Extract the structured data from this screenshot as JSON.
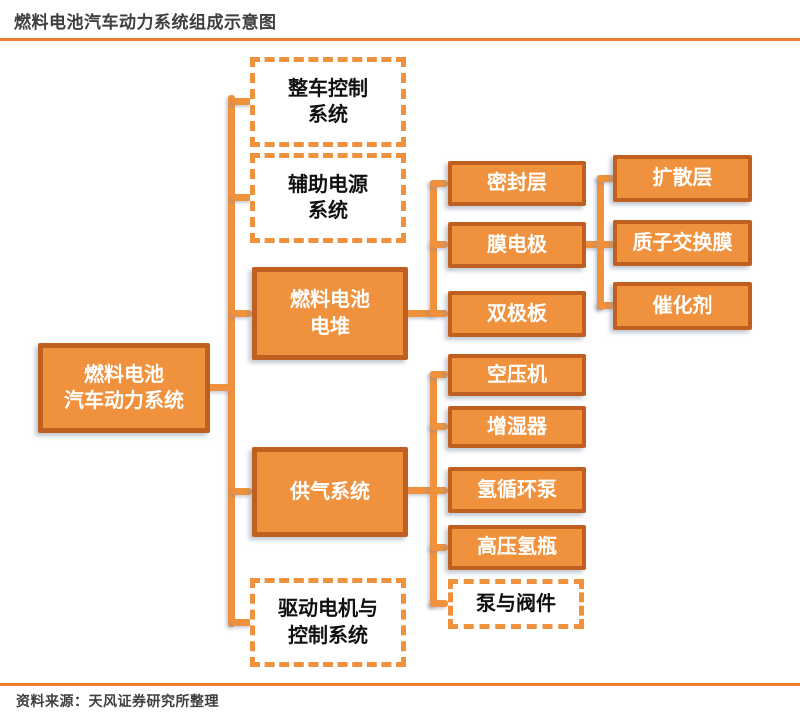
{
  "header": {
    "title": "燃料电池汽车动力系统组成示意图"
  },
  "footer": {
    "source": "资料来源：天风证券研究所整理"
  },
  "colors": {
    "accent_orange": "#F0913D",
    "box_border_orange": "#C06020",
    "rule_orange": "#ED7D31",
    "title_text": "#3F3F3F",
    "solid_box_text": "#FFFFFF",
    "dashed_box_text": "#111111"
  },
  "diagram": {
    "nodes": {
      "root": {
        "label": "燃料电池汽车动力系统",
        "lines": [
          "燃料电池",
          "汽车动力系统"
        ],
        "style": "solid"
      },
      "vehicle_control": {
        "label": "整车控制系统",
        "lines": [
          "整车控制",
          "系统"
        ],
        "style": "dashed"
      },
      "aux_power": {
        "label": "辅助电源系统",
        "lines": [
          "辅助电源",
          "系统"
        ],
        "style": "dashed"
      },
      "stack": {
        "label": "燃料电池电堆",
        "lines": [
          "燃料电池",
          "电堆"
        ],
        "style": "solid"
      },
      "gas_supply": {
        "label": "供气系统",
        "lines": [
          "供气系统"
        ],
        "style": "solid"
      },
      "drive_motor": {
        "label": "驱动电机与控制系统",
        "lines": [
          "驱动电机与",
          "控制系统"
        ],
        "style": "dashed"
      },
      "seal_layer": {
        "label": "密封层",
        "lines": [
          "密封层"
        ],
        "style": "solid"
      },
      "membrane_electrode": {
        "label": "膜电极",
        "lines": [
          "膜电极"
        ],
        "style": "solid"
      },
      "bipolar_plate": {
        "label": "双极板",
        "lines": [
          "双极板"
        ],
        "style": "solid"
      },
      "diffusion_layer": {
        "label": "扩散层",
        "lines": [
          "扩散层"
        ],
        "style": "solid"
      },
      "proton_exchange_membrane": {
        "label": "质子交换膜",
        "lines": [
          "质子交换膜"
        ],
        "style": "solid"
      },
      "catalyst": {
        "label": "催化剂",
        "lines": [
          "催化剂"
        ],
        "style": "solid"
      },
      "air_compressor": {
        "label": "空压机",
        "lines": [
          "空压机"
        ],
        "style": "solid"
      },
      "humidifier": {
        "label": "增湿器",
        "lines": [
          "增湿器"
        ],
        "style": "solid"
      },
      "hydrogen_pump": {
        "label": "氢循环泵",
        "lines": [
          "氢循环泵"
        ],
        "style": "solid"
      },
      "hydrogen_tank": {
        "label": "高压氢瓶",
        "lines": [
          "高压氢瓶"
        ],
        "style": "solid"
      },
      "pumps_valves": {
        "label": "泵与阀件",
        "lines": [
          "泵与阀件"
        ],
        "style": "dashed"
      }
    },
    "edges": [
      {
        "from": "root",
        "to": "vehicle_control"
      },
      {
        "from": "root",
        "to": "aux_power"
      },
      {
        "from": "root",
        "to": "stack"
      },
      {
        "from": "root",
        "to": "gas_supply"
      },
      {
        "from": "root",
        "to": "drive_motor"
      },
      {
        "from": "stack",
        "to": "seal_layer"
      },
      {
        "from": "stack",
        "to": "membrane_electrode"
      },
      {
        "from": "stack",
        "to": "bipolar_plate"
      },
      {
        "from": "membrane_electrode",
        "to": "diffusion_layer"
      },
      {
        "from": "membrane_electrode",
        "to": "proton_exchange_membrane"
      },
      {
        "from": "membrane_electrode",
        "to": "catalyst"
      },
      {
        "from": "gas_supply",
        "to": "air_compressor"
      },
      {
        "from": "gas_supply",
        "to": "humidifier"
      },
      {
        "from": "gas_supply",
        "to": "hydrogen_pump"
      },
      {
        "from": "gas_supply",
        "to": "hydrogen_tank"
      },
      {
        "from": "gas_supply",
        "to": "pumps_valves"
      }
    ]
  }
}
